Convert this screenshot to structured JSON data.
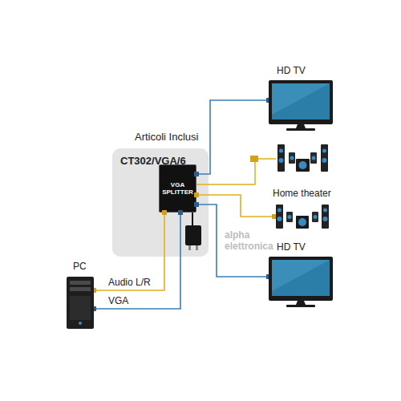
{
  "diagram": {
    "nodes": [
      {
        "text": [
          "Articoli Inclusi",
          "CT302/VGA/6"
        ]
      },
      {
        "text": [
          "VGA SPLITTER"
        ],
        "in": 0
      },
      {
        "text": [
          "PC"
        ]
      },
      {
        "text": [
          "HD TV"
        ]
      },
      {
        "text": [
          "Home theater"
        ]
      },
      {
        "text": [
          "HD TV"
        ]
      }
    ],
    "edges": [
      {
        "from": 2,
        "to": 1,
        "arrow": "none",
        "label": "Audio L/R"
      },
      {
        "from": 2,
        "to": 1,
        "arrow": "none",
        "label": "VGA"
      },
      {
        "from": 1,
        "to": 3,
        "arrow": "none"
      },
      {
        "from": 1,
        "to": 4,
        "arrow": "none"
      },
      {
        "from": 1,
        "to": 5,
        "arrow": "none"
      }
    ],
    "labels": [
      "alpha elettronica"
    ]
  }
}
